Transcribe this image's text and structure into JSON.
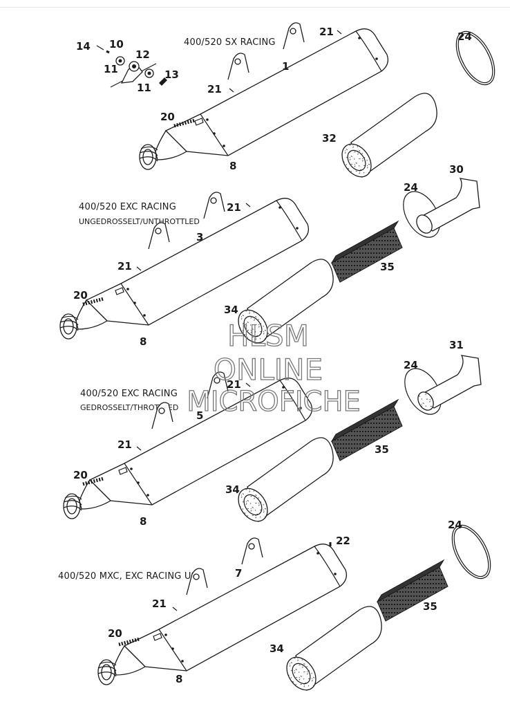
{
  "captions": {
    "sx": "400/520 SX RACING",
    "exc_unthrottled_1": "400/520 EXC RACING",
    "exc_unthrottled_2": "UNGEDROSSELT/UNTHROTTLED",
    "exc_throttled_1": "400/520 EXC RACING",
    "exc_throttled_2": "GEDROSSELT/THROTTLED",
    "mxc": "400/520 MXC, EXC RACING USA"
  },
  "parts": {
    "p1": "1",
    "p3": "3",
    "p5": "5",
    "p7": "7",
    "p8": "8",
    "p10": "10",
    "p11": "11",
    "p12": "12",
    "p13": "13",
    "p14": "14",
    "p20": "20",
    "p21": "21",
    "p22": "22",
    "p24": "24",
    "p30": "30",
    "p31": "31",
    "p32": "32",
    "p34": "34",
    "p35": "35"
  },
  "watermark": {
    "line1": "HLSM",
    "line2": "ONLINE",
    "line3": "MICROFICHE"
  }
}
